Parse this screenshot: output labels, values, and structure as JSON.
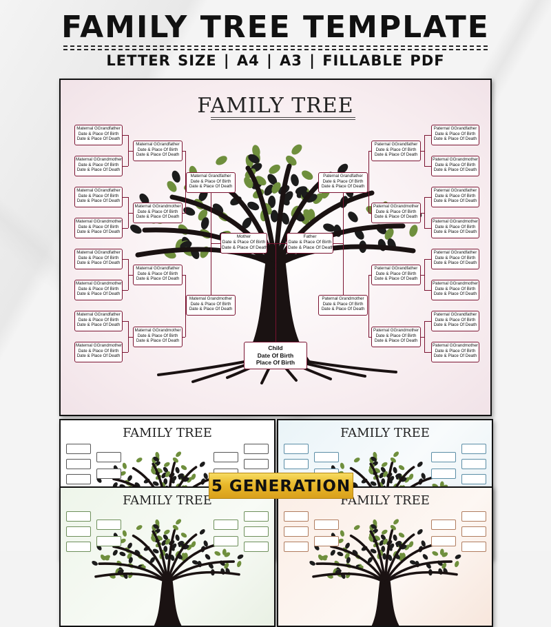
{
  "header": {
    "title": "FAMILY TREE TEMPLATE",
    "subtitle": "LETTER SIZE | A4 | A3 | FILLABLE PDF"
  },
  "main_sheet": {
    "tree_title": "FAMILY TREE",
    "child": [
      "Child",
      "Date Of Birth",
      "Place Of Birth"
    ],
    "parents": {
      "mother": [
        "Mother",
        "Date & Place Of Birth",
        "Date & Place Of Death"
      ],
      "father": [
        "Father",
        "Date & Place Of Birth",
        "Date & Place Of Death"
      ]
    },
    "grandparents": {
      "maternal_grandfather": [
        "Maternal Grandfather",
        "Date & Place Of Birth",
        "Date & Place Of Death"
      ],
      "maternal_grandmother": [
        "Maternal Grandmother",
        "Date & Place Of Birth",
        "Date & Place Of Death"
      ],
      "paternal_grandfather": [
        "Paternal Grandfather",
        "Date & Place Of Birth",
        "Date & Place Of Death"
      ],
      "paternal_grandmother": [
        "Paternal Grandmother",
        "Date & Place Of Birth",
        "Date & Place Of Death"
      ]
    },
    "great_grandparents_left": [
      [
        "Maternal GGrandfather",
        "Date & Place Of Birth",
        "Date & Place Of Death"
      ],
      [
        "Maternal GGrandmother",
        "Date & Place Of Birth",
        "Date & Place Of Death"
      ],
      [
        "Maternal GGrandfather",
        "Date & Place Of Birth",
        "Date & Place Of Death"
      ],
      [
        "Maternal GGrandmother",
        "Date & Place Of Birth",
        "Date & Place Of Death"
      ]
    ],
    "great_grandparents_right": [
      [
        "Paternal GGrandfather",
        "Date & Place Of Birth",
        "Date & Place Of Death"
      ],
      [
        "Paternal GGrandmother",
        "Date & Place Of Birth",
        "Date & Place Of Death"
      ],
      [
        "Paternal GGrandfather",
        "Date & Place Of Birth",
        "Date & Place Of Death"
      ],
      [
        "Paternal GGrandmother",
        "Date & Place Of Birth",
        "Date & Place Of Death"
      ]
    ],
    "gg_left": [
      [
        "Maternal GGrandfather",
        "Date & Place Of Birth",
        "Date & Place Of Death"
      ],
      [
        "Maternal GGrandmother",
        "Date & Place Of Birth",
        "Date & Place Of Death"
      ],
      [
        "Maternal GGrandfather",
        "Date & Place Of Birth",
        "Date & Place Of Death"
      ],
      [
        "Maternal GGrandmother",
        "Date & Place Of Birth",
        "Date & Place Of Death"
      ],
      [
        "Maternal GGrandfather",
        "Date & Place Of Birth",
        "Date & Place Of Death"
      ],
      [
        "Maternal GGrandmother",
        "Date & Place Of Birth",
        "Date & Place Of Death"
      ],
      [
        "Maternal GGrandfather",
        "Date & Place Of Birth",
        "Date & Place Of Death"
      ],
      [
        "Maternal GGrandmother",
        "Date & Place Of Birth",
        "Date & Place Of Death"
      ]
    ],
    "gg_right": [
      [
        "Paternal GGrandfather",
        "Date & Place Of Birth",
        "Date & Place Of Death"
      ],
      [
        "Paternal GGrandmother",
        "Date & Place Of Birth",
        "Date & Place Of Death"
      ],
      [
        "Paternal GGrandfather",
        "Date & Place Of Birth",
        "Date & Place Of Death"
      ],
      [
        "Paternal GGrandmother",
        "Date & Place Of Birth",
        "Date & Place Of Death"
      ],
      [
        "Paternal GGrandfather",
        "Date & Place Of Birth",
        "Date & Place Of Death"
      ],
      [
        "Paternal GGrandmother",
        "Date & Place Of Birth",
        "Date & Place Of Death"
      ],
      [
        "Paternal GGrandfather",
        "Date & Place Of Birth",
        "Date & Place Of Death"
      ],
      [
        "Paternal GGrandmother",
        "Date & Place Of Birth",
        "Date & Place Of Death"
      ]
    ]
  },
  "previews": [
    {
      "tree_title": "FAMILY TREE",
      "theme": "white"
    },
    {
      "tree_title": "FAMILY TREE",
      "theme": "blue"
    },
    {
      "tree_title": "FAMILY TREE",
      "theme": "green"
    },
    {
      "tree_title": "FAMILY TREE",
      "theme": "peach"
    }
  ],
  "badge": "5 GENERATION",
  "colors": {
    "accent_border": "#7a1230",
    "trunk": "#1a1212",
    "leaf_dark": "#1c1c1c",
    "leaf_green": "#6f8f3d",
    "badge_gold": "#e9b82a"
  }
}
